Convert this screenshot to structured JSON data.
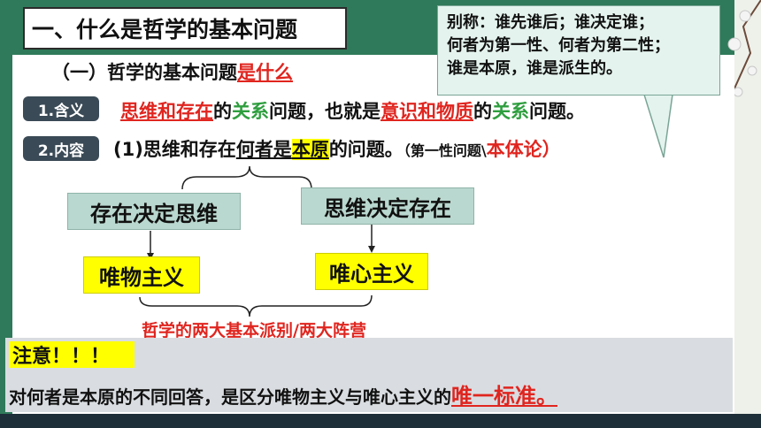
{
  "title": "一、什么是哲学的基本问题",
  "callout": {
    "lines": [
      "别称：谁先谁后；谁决定谁；",
      "何者为第一性、何者为第二性；",
      "谁是本原，谁是派生的。"
    ]
  },
  "subtitle": {
    "prefix": "（一）哲学的基本问题",
    "highlight": "是什么"
  },
  "item1": {
    "tag": "1.含义",
    "part1": "思维和存在",
    "part2": "的",
    "part3": "关系",
    "part4": "问题，也就是",
    "part5": "意识和物质",
    "part6": "的",
    "part7": "关系",
    "part8": "问题。"
  },
  "item2": {
    "tag": "2.内容",
    "part1": "(1)思维和存在",
    "part2": "何者是",
    "part3": "本原",
    "part4": "的问题。",
    "part5": "（第一性问题\\",
    "part6": "本体论",
    "part7": "）"
  },
  "diagram": {
    "left_box": "存在决定思维",
    "right_box": "思维决定存在",
    "left_result": "唯物主义",
    "right_result": "唯心主义",
    "caption": "哲学的两大基本派别/两大阵营"
  },
  "note": {
    "title": "注意！！！",
    "text": "对何者是本原的不同回答，是区分唯物主义与唯心主义的",
    "emphasis": "唯一标准。"
  },
  "colors": {
    "frame": "#2f7a5a",
    "accent_red": "#e0251f",
    "green_text": "#2e9e3e",
    "highlight": "#ffff00"
  }
}
